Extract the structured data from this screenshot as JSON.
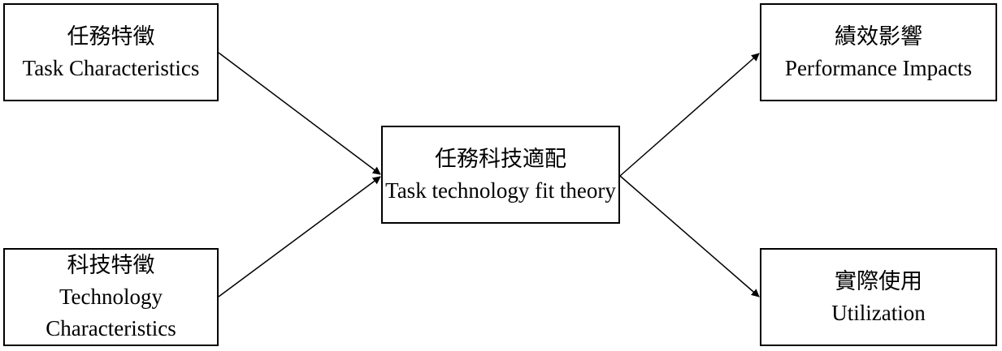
{
  "nodes": {
    "task": {
      "zh": "任務特徵",
      "en": "Task Characteristics"
    },
    "technology": {
      "zh": "科技特徵",
      "en_line1": "Technology",
      "en_line2": "Characteristics"
    },
    "ttf": {
      "zh": "任務科技適配",
      "en": "Task technology fit theory"
    },
    "performance": {
      "zh": "績效影響",
      "en": "Performance Impacts"
    },
    "utilization": {
      "zh": "實際使用",
      "en": "Utilization"
    }
  },
  "edges": [
    {
      "from": "task",
      "to": "ttf"
    },
    {
      "from": "technology",
      "to": "ttf"
    },
    {
      "from": "ttf",
      "to": "performance"
    },
    {
      "from": "ttf",
      "to": "utilization"
    }
  ],
  "colors": {
    "stroke": "#000000",
    "background": "#ffffff"
  }
}
